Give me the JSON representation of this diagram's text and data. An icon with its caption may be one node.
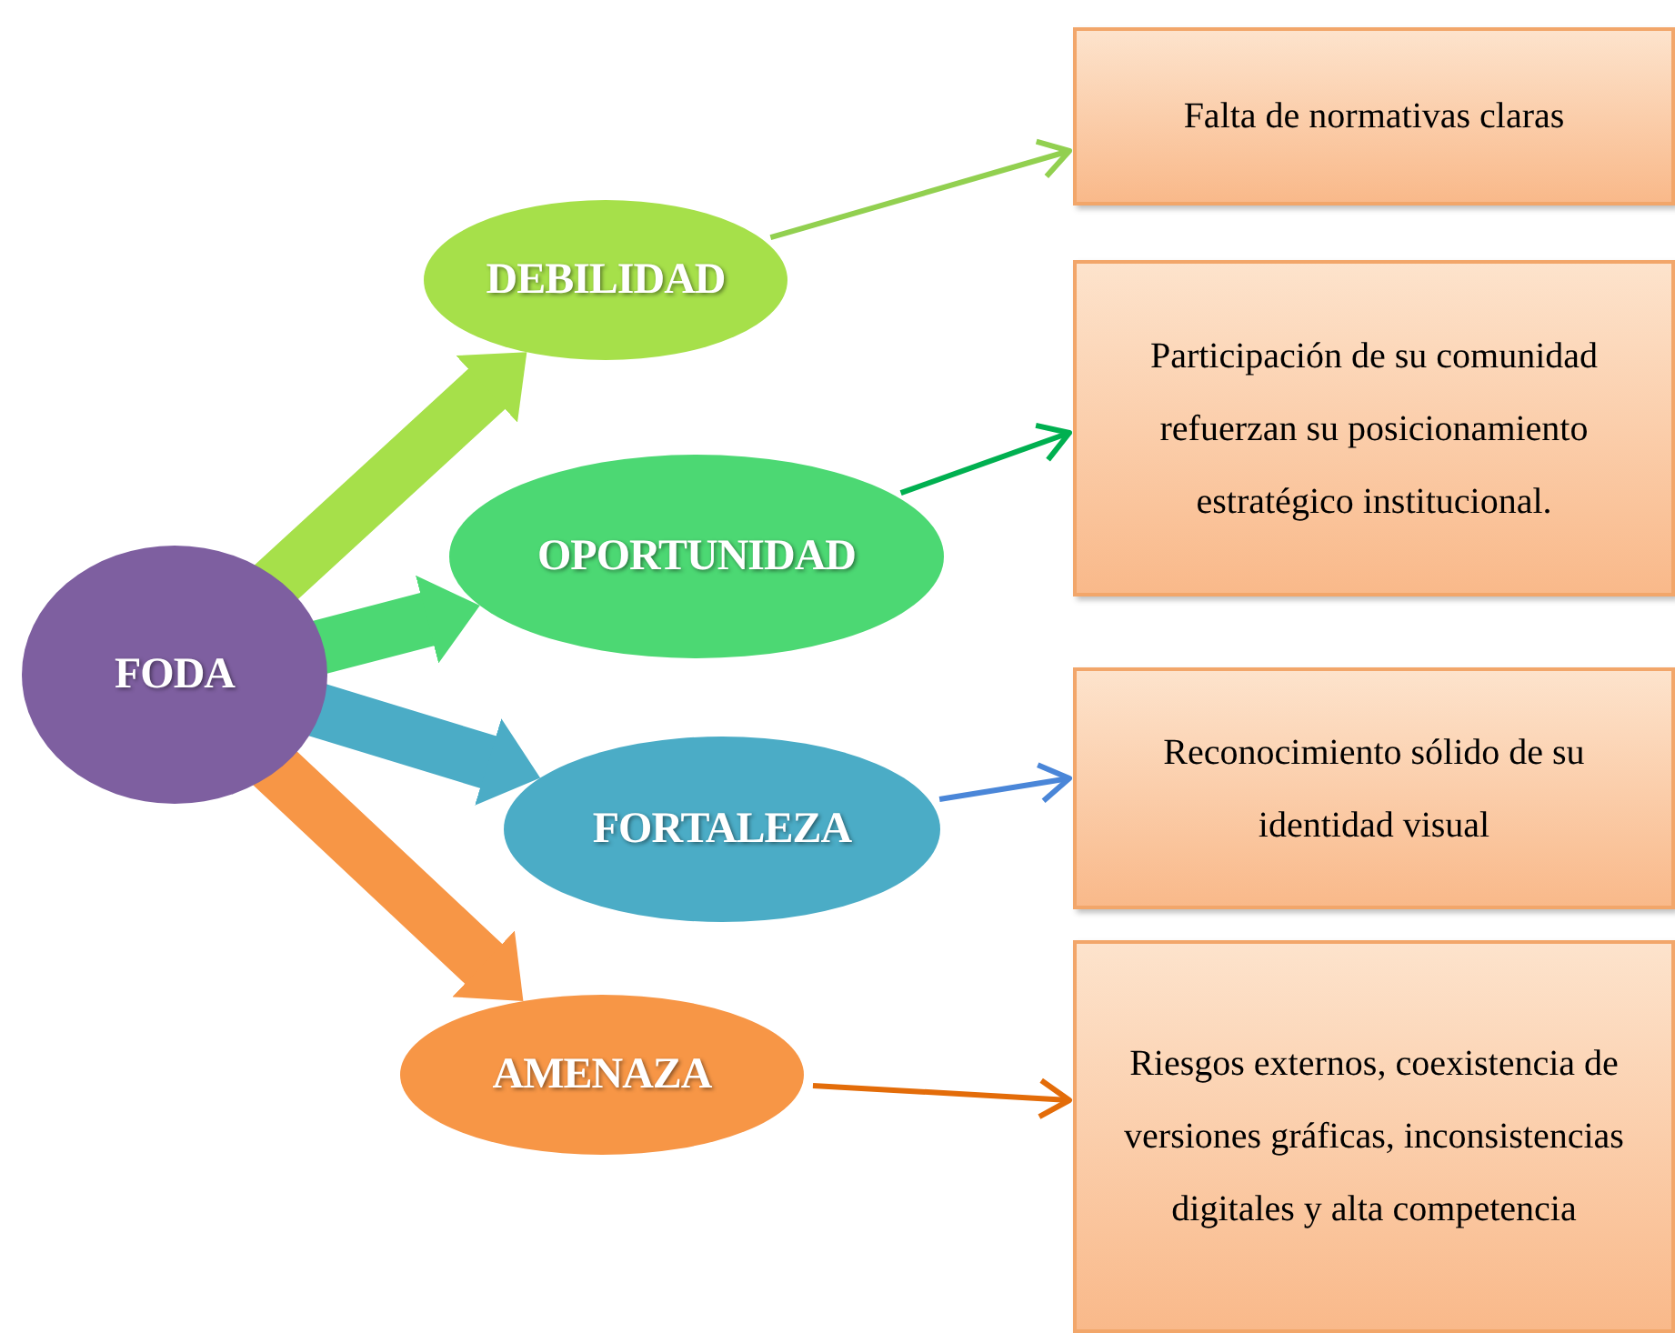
{
  "diagram": {
    "nodes": [
      {
        "text": [
          "FODA"
        ]
      },
      {
        "text": [
          "DEBILIDAD"
        ]
      },
      {
        "text": [
          "OPORTUNIDAD"
        ]
      },
      {
        "text": [
          "FORTALEZA"
        ]
      },
      {
        "text": [
          "AMENAZA"
        ]
      },
      {
        "text": [
          "Falta de normativas claras"
        ]
      },
      {
        "text": [
          "Participación de su comunidad refuerzan su posicionamiento estratégico institucional."
        ]
      },
      {
        "text": [
          "Reconocimiento sólido de su identidad visual"
        ]
      },
      {
        "text": [
          "Riesgos externos, coexistencia de versiones gráficas, inconsistencias digitales y alta competencia"
        ]
      }
    ],
    "edges": [
      {
        "from": 0,
        "to": 1,
        "arrow": "to",
        "style": "thick",
        "color": "#a6e04a"
      },
      {
        "from": 0,
        "to": 2,
        "arrow": "to",
        "style": "thick",
        "color": "#4cd873"
      },
      {
        "from": 0,
        "to": 3,
        "arrow": "to",
        "style": "thick",
        "color": "#4bacc6"
      },
      {
        "from": 0,
        "to": 4,
        "arrow": "to",
        "style": "thick",
        "color": "#f79646"
      },
      {
        "from": 1,
        "to": 5,
        "arrow": "to",
        "color": "#92d050"
      },
      {
        "from": 2,
        "to": 6,
        "arrow": "to",
        "color": "#00b050"
      },
      {
        "from": 3,
        "to": 7,
        "arrow": "to",
        "color": "#4a86d8"
      },
      {
        "from": 4,
        "to": 8,
        "arrow": "to",
        "color": "#e36c09"
      }
    ]
  }
}
